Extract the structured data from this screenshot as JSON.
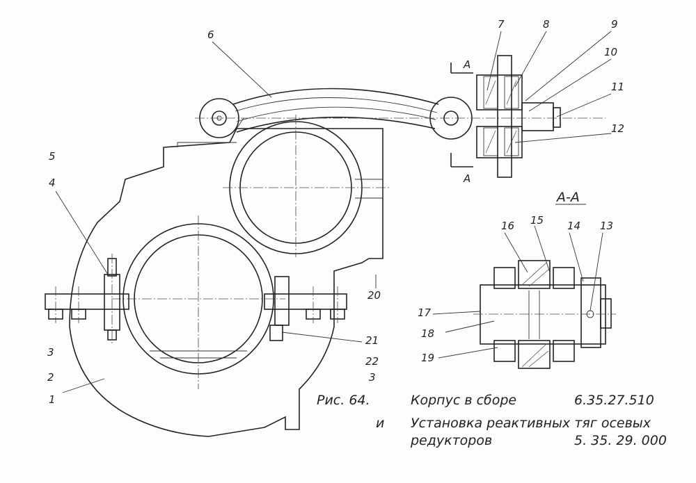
{
  "section_label": "A-A",
  "section_marks": [
    "A",
    "A"
  ],
  "part_labels": {
    "p1": "1",
    "p2": "2",
    "p3": "3",
    "p4": "4",
    "p5": "5",
    "p6": "6",
    "p7": "7",
    "p8": "8",
    "p9": "9",
    "p10": "10",
    "p11": "11",
    "p12": "12",
    "p13": "13",
    "p14": "14",
    "p15": "15",
    "p16": "16",
    "p17": "17",
    "p18": "18",
    "p19": "19",
    "p20": "20",
    "p21": "21",
    "p22": "22",
    "p3b": "3"
  },
  "caption": {
    "fig": "Рис. 64.",
    "title1": "Корпус в сборе",
    "code1": "6.35.27.510",
    "conj": "и",
    "title2a": "Установка реактивных тяг осевых",
    "title2b": "редукторов",
    "code2": "5. 35. 29. 000"
  }
}
